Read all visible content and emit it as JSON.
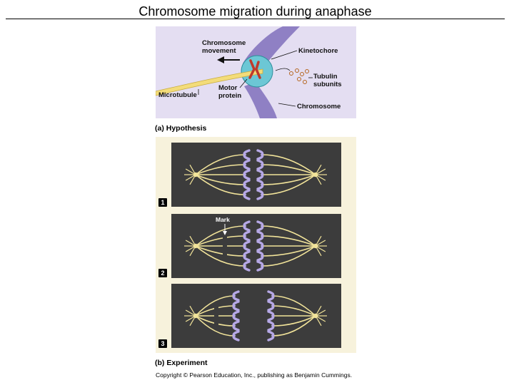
{
  "slide_title": "Chromosome migration during anaphase",
  "panel_a": {
    "labels": {
      "chromosome_movement": [
        "Chromosome",
        "movement"
      ],
      "kinetochore": "Kinetochore",
      "tubulin_subunits": [
        "Tubulin",
        "subunits"
      ],
      "microtubule": "Microtubule",
      "motor_protein": [
        "Motor",
        "protein"
      ],
      "chromosome": "Chromosome"
    },
    "caption": "(a) Hypothesis"
  },
  "panel_b": {
    "stages": [
      {
        "number": "1"
      },
      {
        "number": "2",
        "mark_label": "Mark"
      },
      {
        "number": "3"
      }
    ],
    "caption": "(b) Experiment"
  },
  "copyright": "Copyright © Pearson Education, Inc., publishing as Benjamin Cummings.",
  "colors": {
    "background_a": "#e4def2",
    "chromosome": "#8f80c4",
    "microtubule": "#f3dc7a",
    "kinetochore": "#6cc7d5",
    "motor_protein": "#c0392b",
    "stage_background": "#3c3c3c",
    "spindle_fiber": "#f2e49a",
    "chromatid": "#b6a8e6"
  }
}
